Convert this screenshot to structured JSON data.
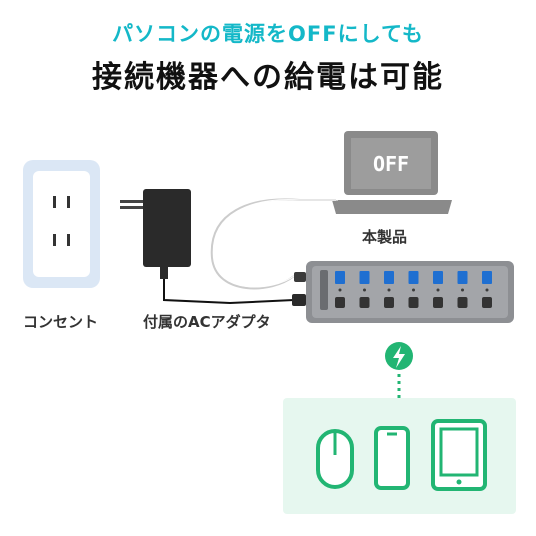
{
  "header": {
    "subtitle": "パソコンの電源をOFFにしても",
    "title": "接続機器への給電は可能"
  },
  "laptop": {
    "screen_text": "OFF",
    "label": "本製品"
  },
  "outlet": {
    "label": "コンセント"
  },
  "adapter": {
    "label": "付属のACアダプタ"
  },
  "hub": {
    "port_count": 7
  },
  "devices": [
    "mouse",
    "smartphone",
    "tablet"
  ],
  "colors": {
    "accent": "#14b8c8",
    "green": "#22b573",
    "device_bg": "#e6f7ef",
    "outlet_bg": "#dbe7f5"
  }
}
